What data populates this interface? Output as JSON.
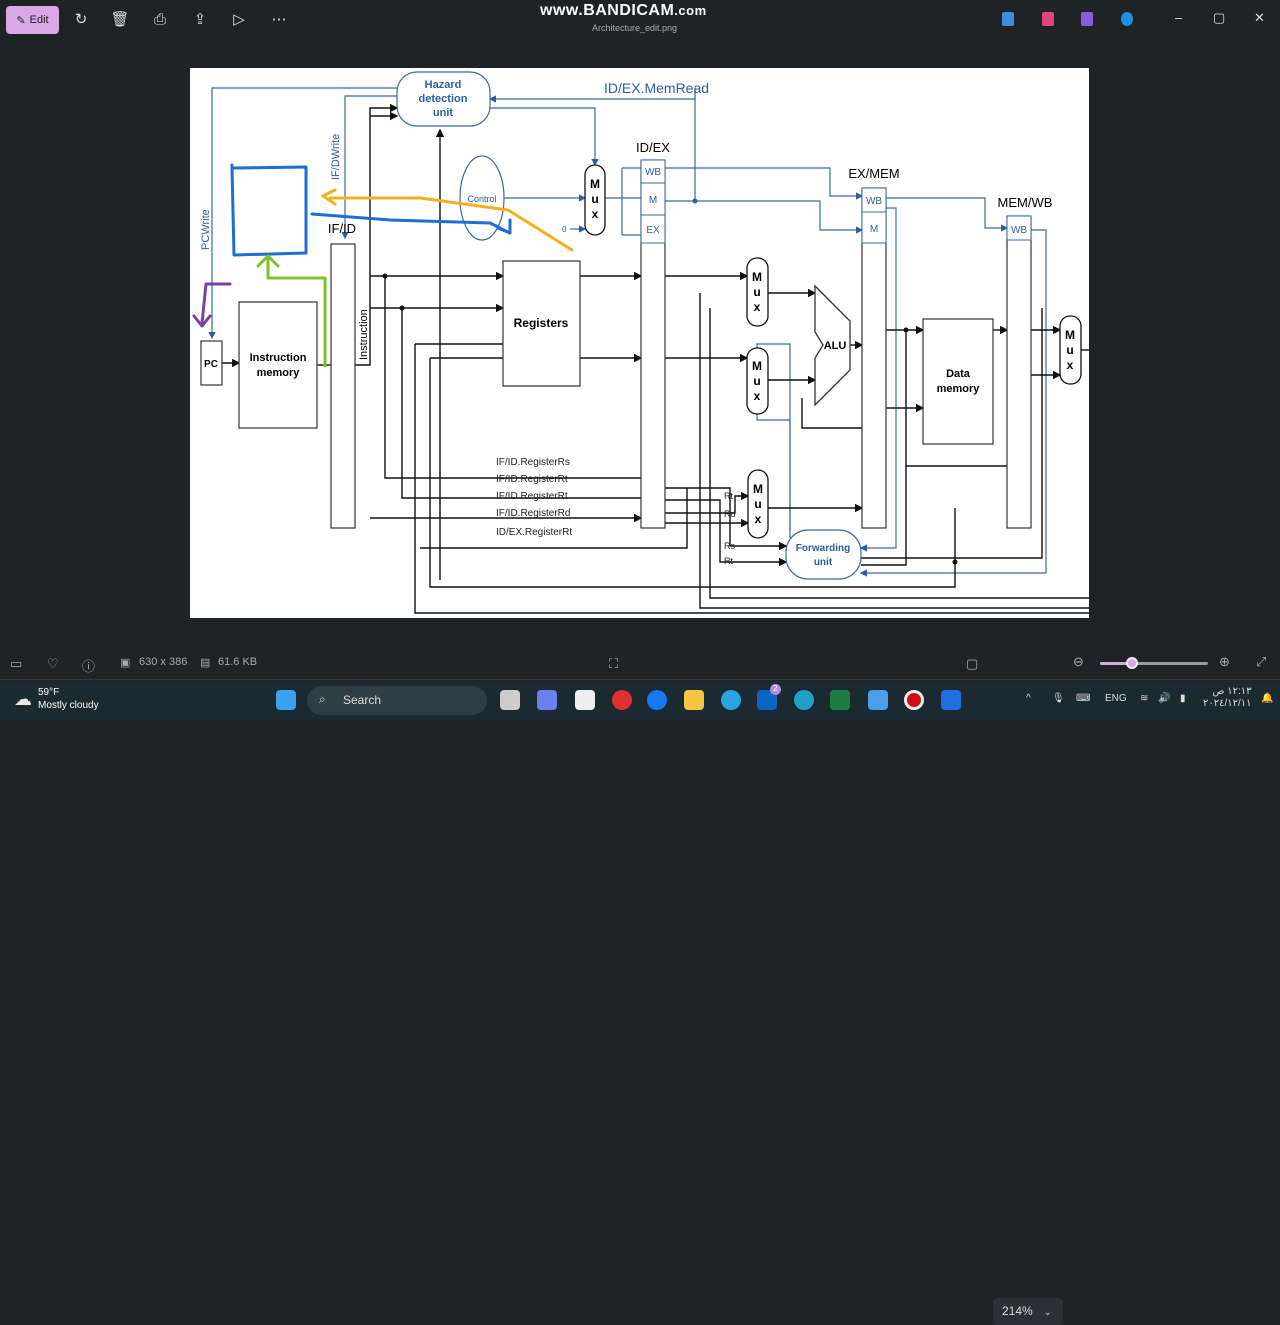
{
  "toolbar": {
    "edit_label": "Edit",
    "watermark_main": "www.BANDICAM",
    "watermark_suffix": ".com",
    "filename": "Architecture_edit.png",
    "icons": [
      "rotate-icon",
      "delete-icon",
      "print-icon",
      "share-icon",
      "slideshow-icon",
      "more-icon"
    ]
  },
  "window": {
    "minimize": "–",
    "maximize": "▢",
    "close": "✕"
  },
  "diagram": {
    "hazard_unit": [
      "Hazard",
      "detection",
      "unit"
    ],
    "memread": "ID/EX.MemRead",
    "ifdwrite": "IF/DWrite",
    "pcwrite": "PCWrite",
    "control": "Control",
    "zero": "0",
    "mux": [
      "M",
      "u",
      "x"
    ],
    "idex": "ID/EX",
    "exmem": "EX/MEM",
    "memwb": "MEM/WB",
    "ifid": "IF/ID",
    "wb": "WB",
    "m": "M",
    "ex": "EX",
    "pc": "PC",
    "instr_mem": [
      "Instruction",
      "memory"
    ],
    "instruction": "Instruction",
    "registers": "Registers",
    "alu": "ALU",
    "data_mem": [
      "Data",
      "memory"
    ],
    "forwarding": [
      "Forwarding",
      "unit"
    ],
    "reg_labels": [
      "IF/ID.RegisterRs",
      "IF/ID.RegisterRt",
      "IF/ID.RegisterRt",
      "IF/ID.RegisterRd",
      "ID/EX.RegisterRt"
    ],
    "rt": "Rt",
    "rd": "Rd",
    "rs": "Rs",
    "annotation_colors": {
      "blue": "#1e6fd0",
      "orange": "#f2b01e",
      "green": "#7dc42a",
      "purple": "#7a3fa0"
    }
  },
  "statusbar": {
    "dimensions": "630 x 386",
    "filesize": "61.6 KB",
    "zoom": "214%",
    "zoom_slider_fraction": 0.3
  },
  "taskbar": {
    "temp": "59°F",
    "weather": "Mostly cloudy",
    "search": "Search",
    "lang": "ENG",
    "time": "١٢:١٣ ص",
    "date": "٢٠٢٤/١٢/١١",
    "linkedin_badge": "2"
  }
}
